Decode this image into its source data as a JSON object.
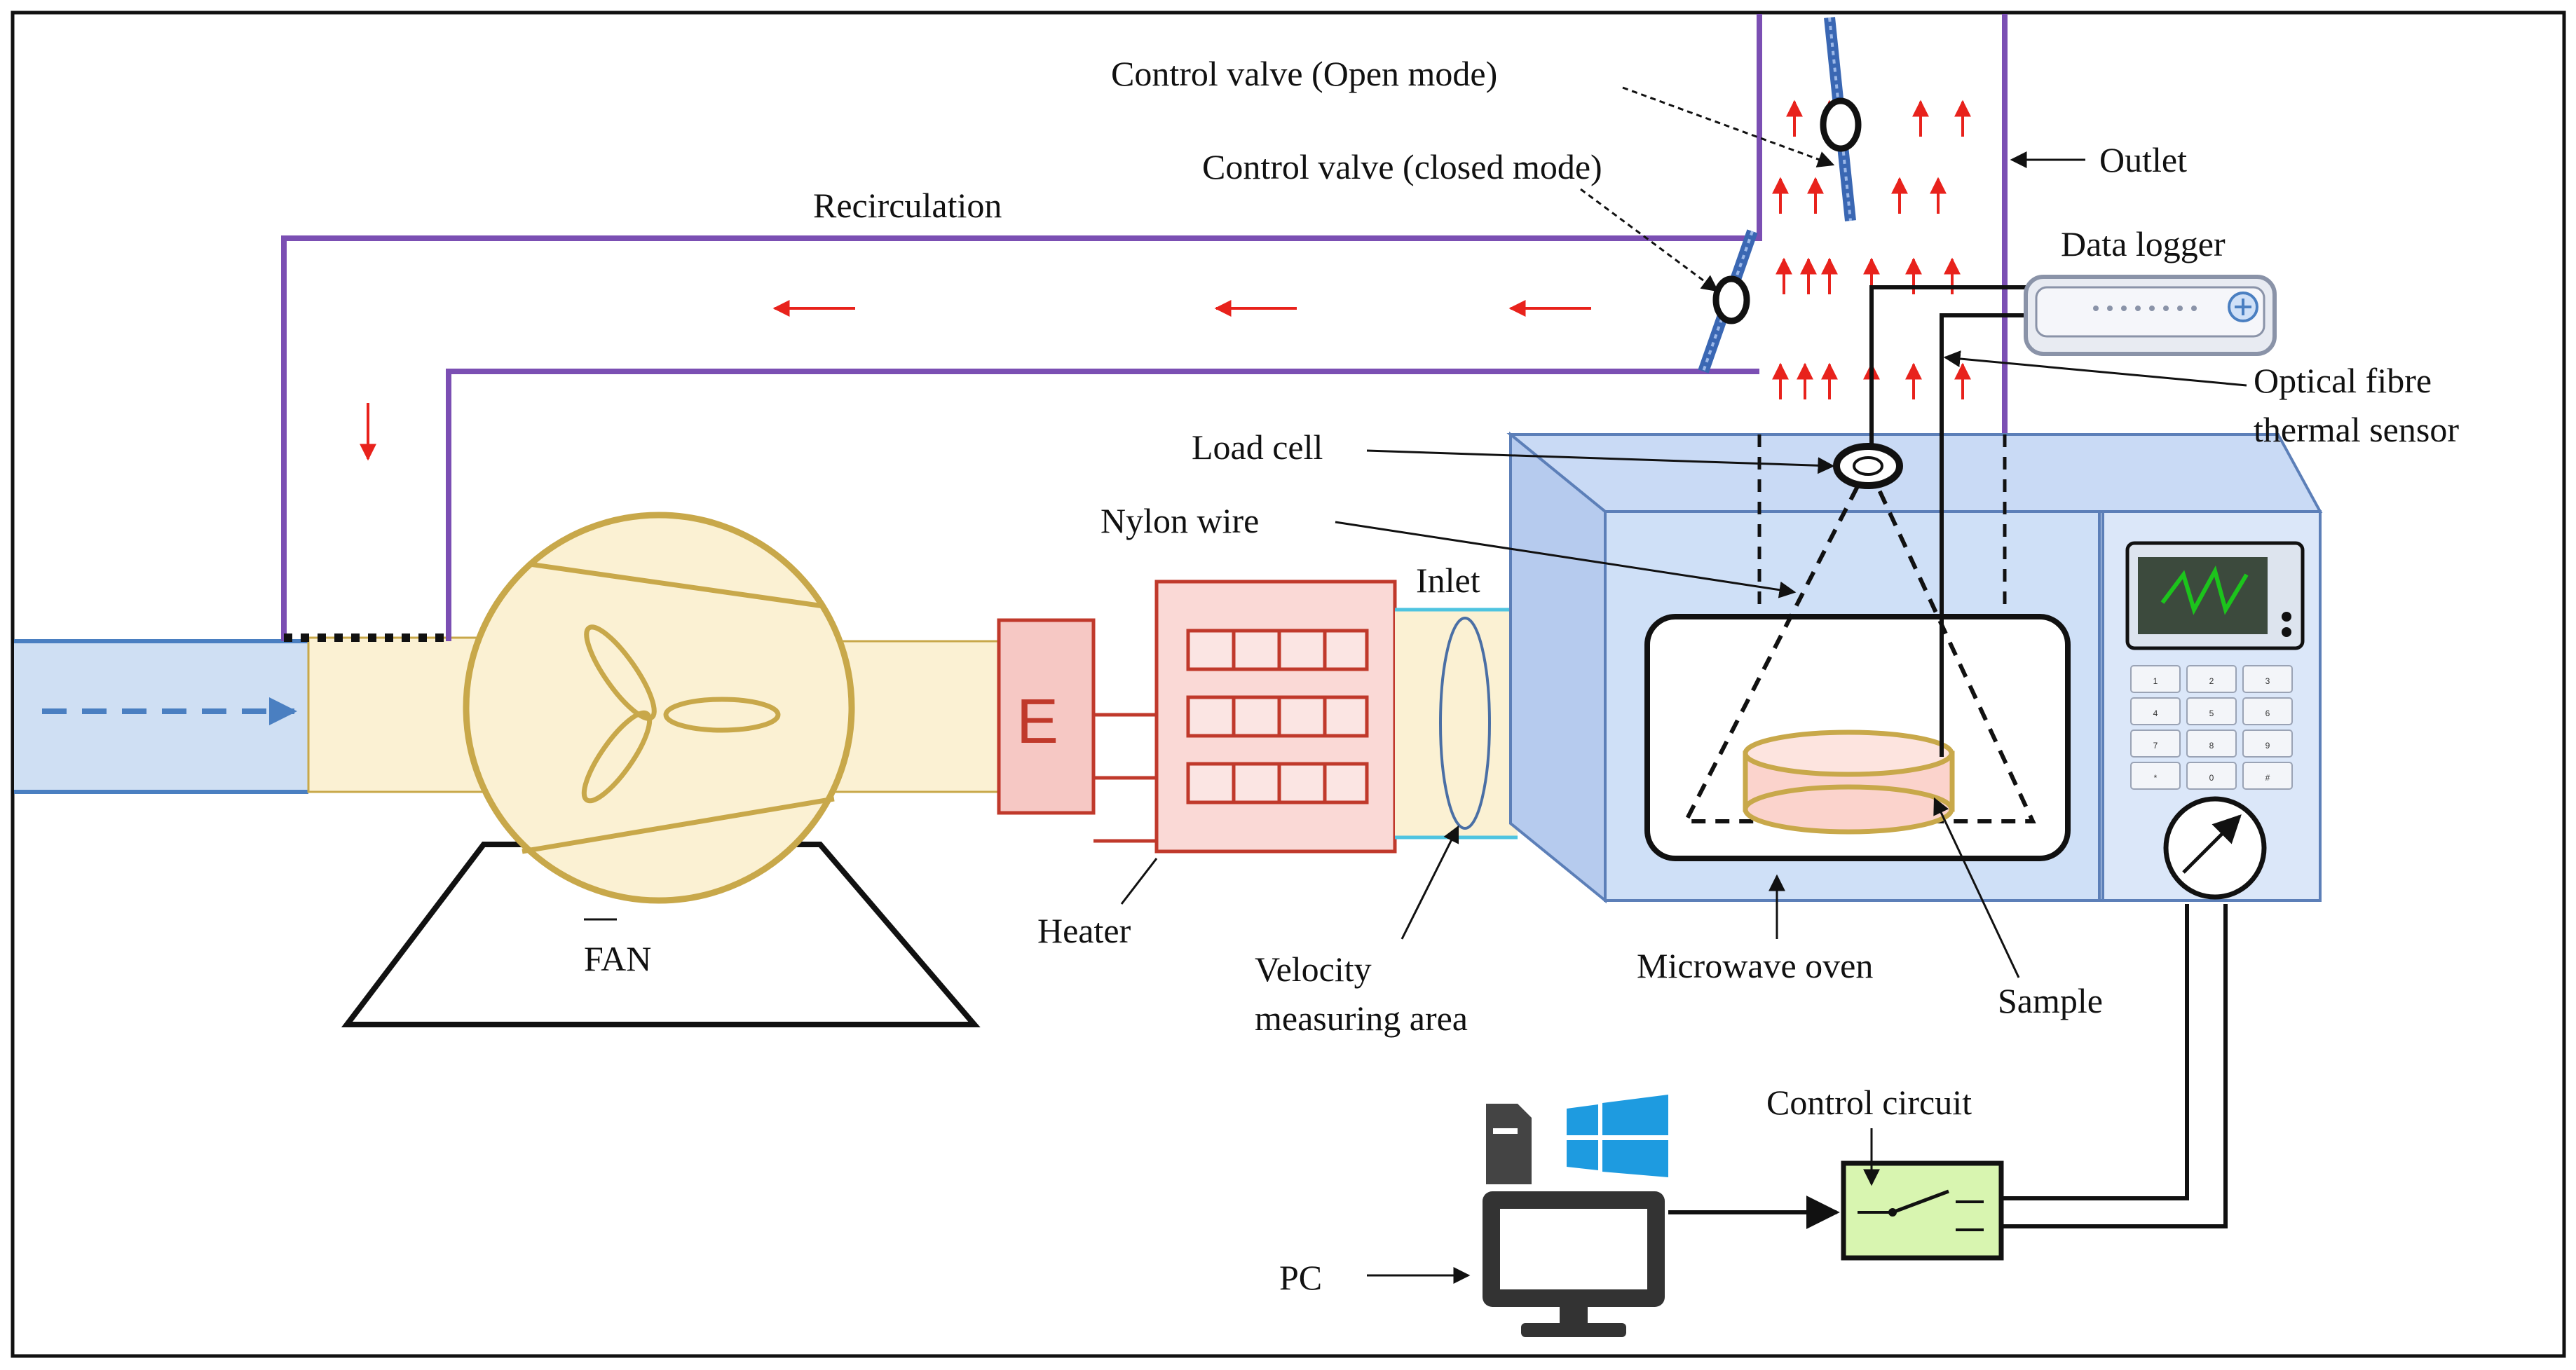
{
  "labels": {
    "control_valve_open": "Control valve (Open mode)",
    "control_valve_closed": "Control valve (closed mode)",
    "outlet": "Outlet",
    "recirculation": "Recirculation",
    "data_logger": "Data logger",
    "optical_fibre_line1": "Optical fibre",
    "optical_fibre_line2": "thermal sensor",
    "load_cell": "Load cell",
    "nylon_wire": "Nylon wire",
    "inlet": "Inlet",
    "fan": "FAN",
    "heater": "Heater",
    "heater_letter": "E",
    "velocity_line1": "Velocity",
    "velocity_line2": "measuring area",
    "microwave_oven": "Microwave oven",
    "sample": "Sample",
    "control_circuit": "Control circuit",
    "pc": "PC"
  },
  "keypad_keys": [
    "1",
    "2",
    "3",
    "4",
    "5",
    "6",
    "7",
    "8",
    "9",
    "*",
    "0",
    "#"
  ],
  "colors": {
    "duct_purple": "#7b4fb3",
    "fan_gold": "#c8a84a",
    "duct_fill": "#fbf1d3",
    "heater_red": "#c0392b",
    "oven_blue": "#c9daf5",
    "airflow_red": "#e8221c",
    "inlet_blue": "#4a7fc1",
    "display_green": "#1cc41c",
    "windows_blue": "#1e9be0"
  }
}
